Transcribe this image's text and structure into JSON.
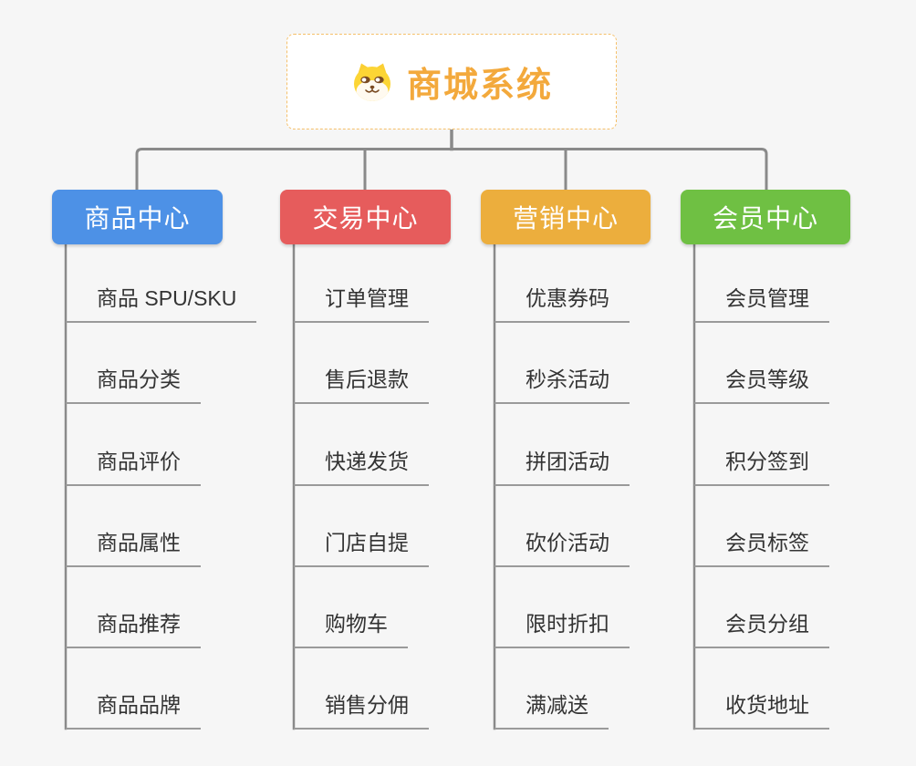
{
  "root": {
    "label": "商城系统",
    "icon": "shiba-dog-face-icon"
  },
  "branches": [
    {
      "label": "商品中心",
      "color": "#4d91e6",
      "children": [
        "商品 SPU/SKU",
        "商品分类",
        "商品评价",
        "商品属性",
        "商品推荐",
        "商品品牌"
      ]
    },
    {
      "label": "交易中心",
      "color": "#e65c5c",
      "children": [
        "订单管理",
        "售后退款",
        "快递发货",
        "门店自提",
        "购物车",
        "销售分佣"
      ]
    },
    {
      "label": "营销中心",
      "color": "#ecae3d",
      "children": [
        "优惠券码",
        "秒杀活动",
        "拼团活动",
        "砍价活动",
        "限时折扣",
        "满减送"
      ]
    },
    {
      "label": "会员中心",
      "color": "#6fc043",
      "children": [
        "会员管理",
        "会员等级",
        "积分签到",
        "会员标签",
        "会员分组",
        "收货地址"
      ]
    }
  ],
  "colors": {
    "background": "#f6f6f6",
    "connector": "#8a8a8a",
    "leaf_underline": "#9a9a9a",
    "leaf_text": "#333333",
    "root_text": "#f3a93c",
    "root_border": "#f5c06a"
  }
}
